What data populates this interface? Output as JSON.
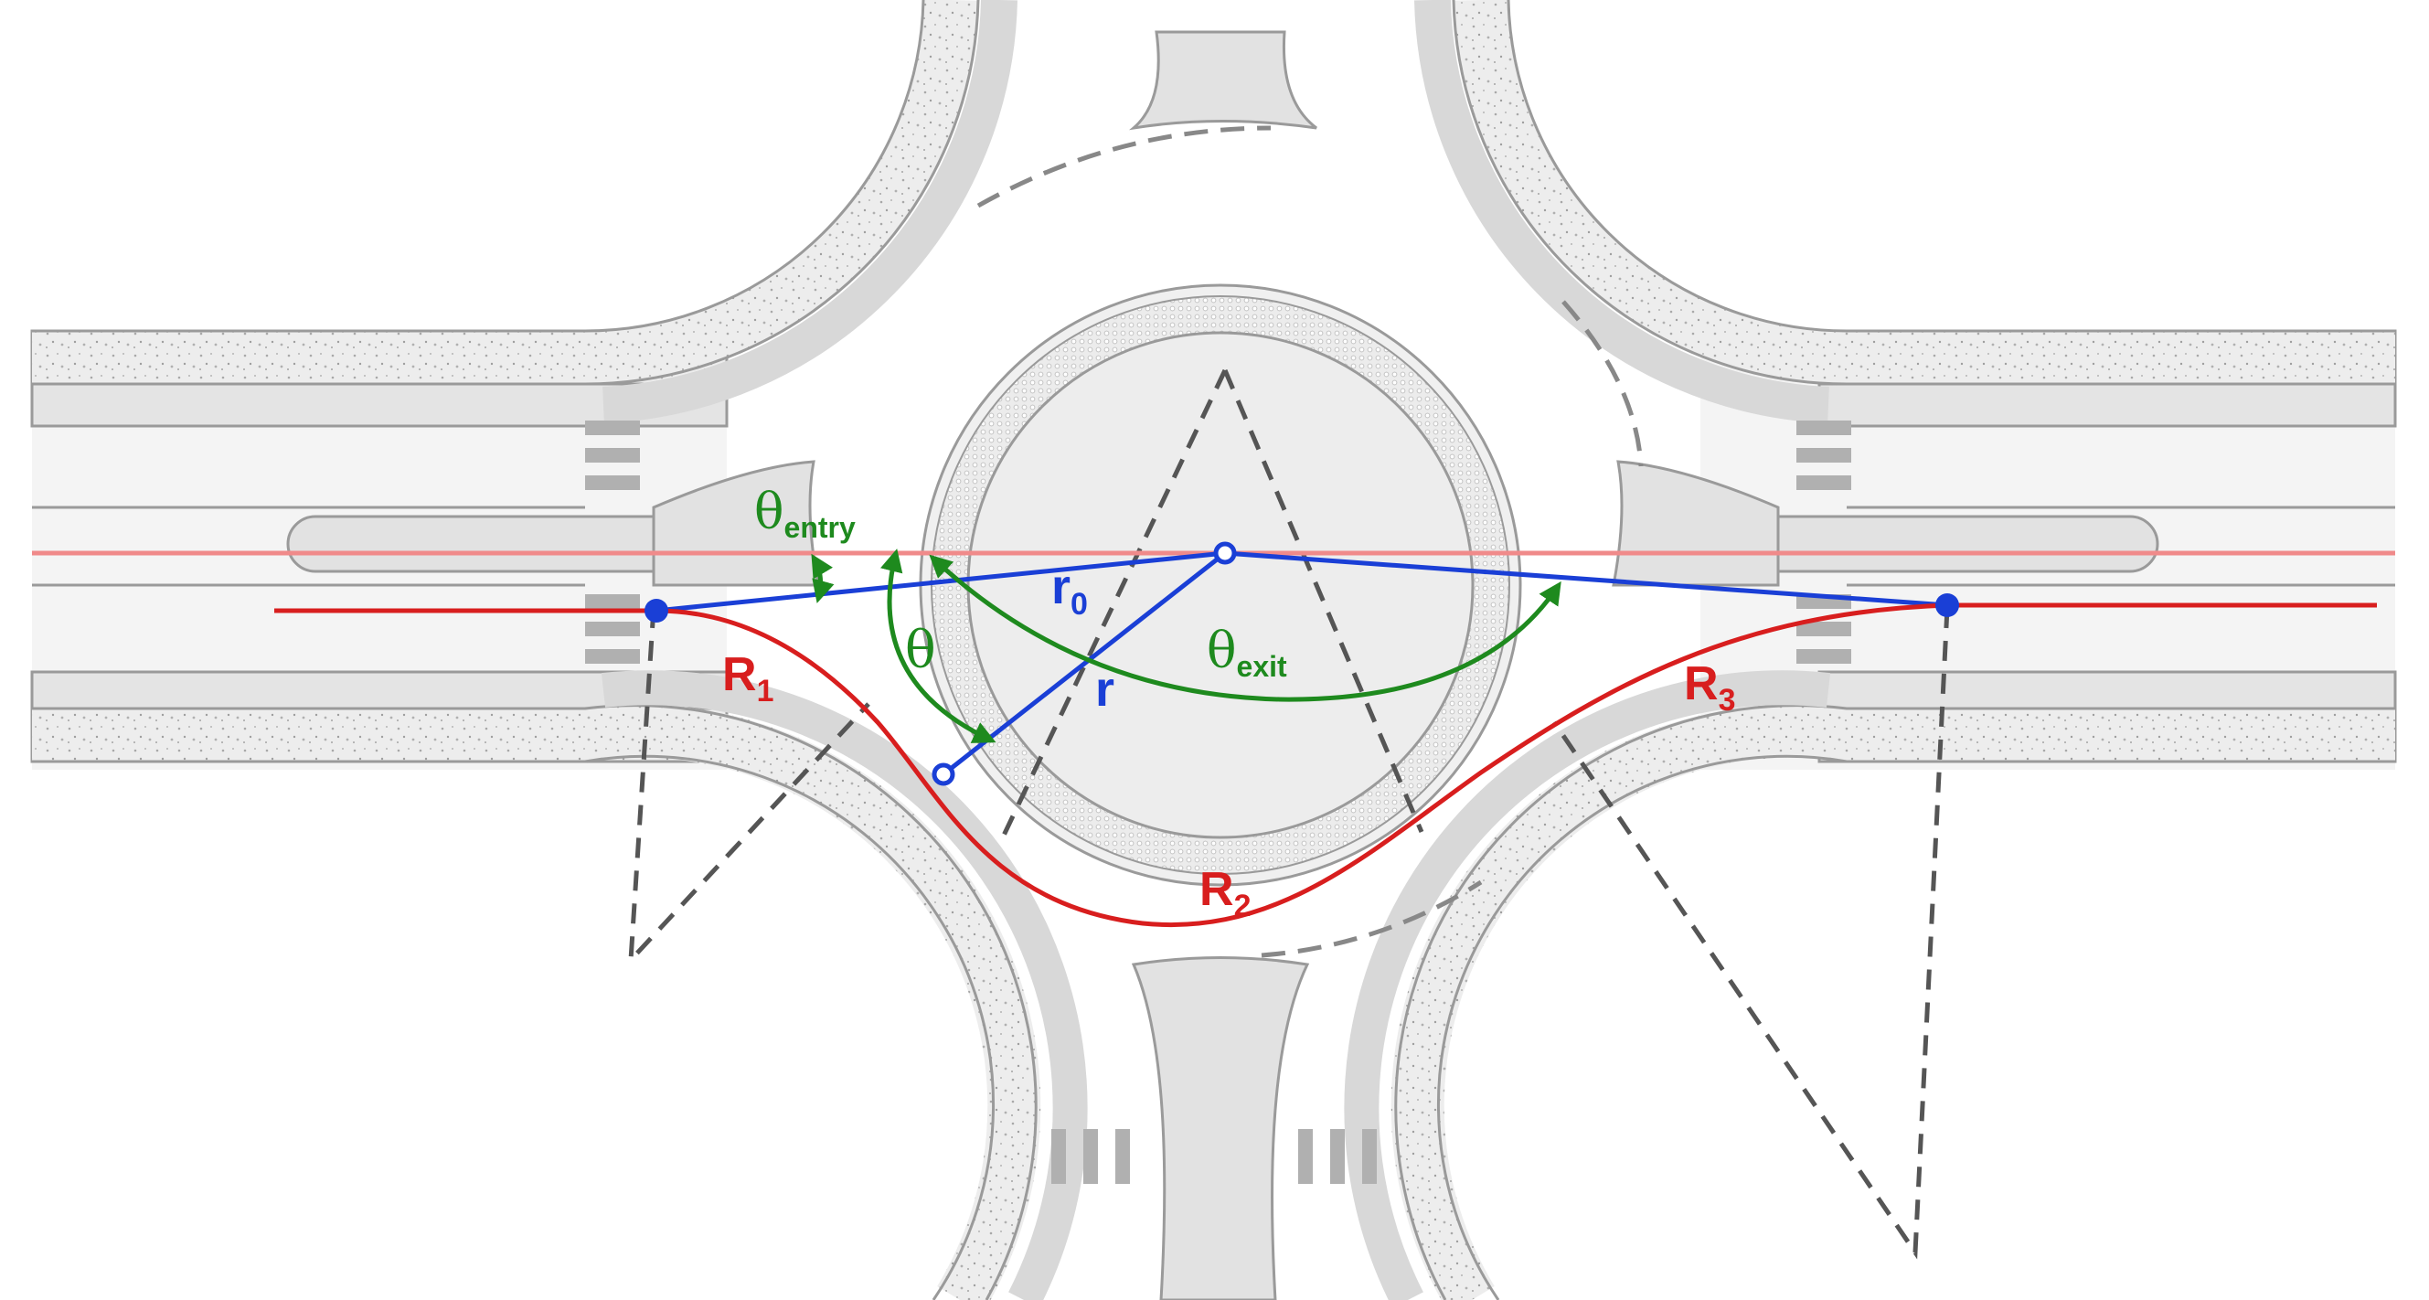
{
  "labels": {
    "r1": {
      "main": "R",
      "sub": "1"
    },
    "r2": {
      "main": "R",
      "sub": "2"
    },
    "r3": {
      "main": "R",
      "sub": "3"
    },
    "r0": {
      "main": "r",
      "sub": "0"
    },
    "r": {
      "main": "r"
    },
    "theta": {
      "main": "θ"
    },
    "theta_entry": {
      "main": "θ",
      "sub": "entry"
    },
    "theta_exit": {
      "main": "θ",
      "sub": "exit"
    }
  },
  "colors": {
    "path": "#d81e1e",
    "radius": "#1a3fd6",
    "angle": "#1e8a1e",
    "reference_line": "#f08a8a",
    "construction": "#555555",
    "road_fill": "#eeeeee",
    "road_edge": "#9a9a9a"
  }
}
